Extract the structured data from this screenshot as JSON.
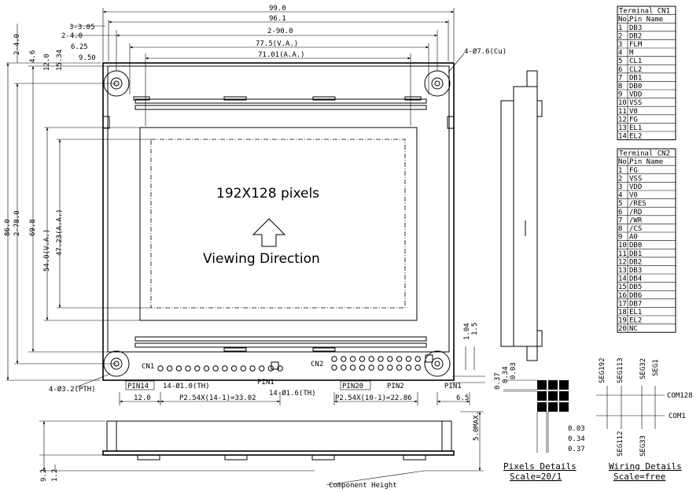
{
  "dims": {
    "outer_w": "99.0",
    "w961": "96.1",
    "d305": "3-3.05",
    "d2_40a": "2-4.0",
    "d2_90": "2-90.0",
    "d625": "6.25",
    "va_w": "77.5(V.A.)",
    "aa_w": "71.01(A.A.)",
    "d950": "9.50",
    "hole_top": "4-Ø7.6(Cu)",
    "d2_40v": "2-4.0",
    "d46": "4.6",
    "d12": "12.0",
    "d1534": "15.34",
    "d860": "86.0",
    "d2_78": "2-78.0",
    "d698": "69.8",
    "va_h": "54.0(V.A.)",
    "aa_h": "47.23(A.A.)",
    "d104": "1.04",
    "d15": "1.5",
    "hole_bot": "4-Ø3.2(PTH)",
    "cn1": "CN1",
    "cn2": "CN2",
    "pin14": "PIN14",
    "pin1a": "PIN1",
    "pin20": "PIN20",
    "pin2": "PIN2",
    "pin1b": "PIN1",
    "th10": "14-Ø1.0(TH)",
    "th16": "14-Ø1.6(TH)",
    "d120b": "12.0",
    "pitch1": "P2.54X(14-1)=33.02",
    "pitch2": "P2.54X(10-1)=22.86",
    "d65": "6.5",
    "max5": "5.0MAX.",
    "d92": "9.2",
    "d12b": "1.2",
    "comp_h": "Component Height",
    "px037": "0.37",
    "px034": "0.34",
    "px003": "0.03",
    "px003b": "0.03",
    "px034b": "0.34",
    "px037b": "0.37"
  },
  "screen": {
    "resolution": "192X128 pixels",
    "direction": "Viewing Direction"
  },
  "pixels_details": {
    "title": "Pixels Details",
    "scale": "Scale=20/1"
  },
  "wiring_details": {
    "title": "Wiring Details",
    "scale": "Scale=free",
    "seg192": "SEG192",
    "seg113": "SEG113",
    "seg32": "SEG32",
    "seg1": "SEG1",
    "seg112": "SEG112",
    "seg33": "SEG33",
    "com128": "COM128",
    "com1": "COM1"
  },
  "cn1_table": {
    "title": "Terminal CN1",
    "head_no": "No.",
    "head_name": "Pin Name",
    "rows": [
      [
        "1",
        "DB3"
      ],
      [
        "2",
        "DB2"
      ],
      [
        "3",
        "FLM"
      ],
      [
        "4",
        "M"
      ],
      [
        "5",
        "CL1"
      ],
      [
        "6",
        "CL2"
      ],
      [
        "7",
        "DB1"
      ],
      [
        "8",
        "DB0"
      ],
      [
        "9",
        "VDD"
      ],
      [
        "10",
        "VSS"
      ],
      [
        "11",
        "V0"
      ],
      [
        "12",
        "FG"
      ],
      [
        "13",
        "EL1"
      ],
      [
        "14",
        "EL2"
      ]
    ]
  },
  "cn2_table": {
    "title": "Terminal CN2",
    "head_no": "No.",
    "head_name": "Pin Name",
    "rows": [
      [
        "1",
        "FG"
      ],
      [
        "2",
        "VSS"
      ],
      [
        "3",
        "VDD"
      ],
      [
        "4",
        "V0"
      ],
      [
        "5",
        "/RES"
      ],
      [
        "6",
        "/RD"
      ],
      [
        "7",
        "/WR"
      ],
      [
        "8",
        "/CS"
      ],
      [
        "9",
        "A0"
      ],
      [
        "10",
        "DB0"
      ],
      [
        "11",
        "DB1"
      ],
      [
        "12",
        "DB2"
      ],
      [
        "13",
        "DB3"
      ],
      [
        "14",
        "DB4"
      ],
      [
        "15",
        "DB5"
      ],
      [
        "16",
        "DB6"
      ],
      [
        "17",
        "DB7"
      ],
      [
        "18",
        "EL1"
      ],
      [
        "19",
        "EL2"
      ],
      [
        "20",
        "NC"
      ]
    ]
  }
}
